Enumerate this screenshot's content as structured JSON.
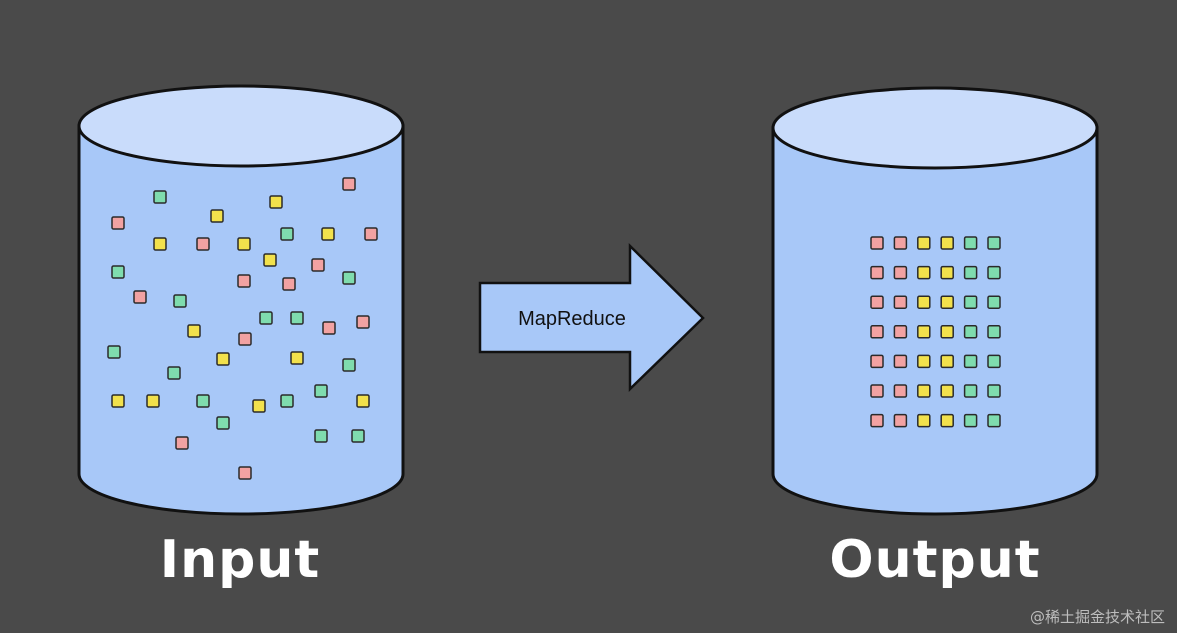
{
  "diagram": {
    "input_label": "Input",
    "output_label": "Output",
    "process_label": "MapReduce",
    "watermark": "@稀土掘金技术社区"
  },
  "colors": {
    "background": "#4a4a4a",
    "cylinder_body": "#a8c8f8",
    "cylinder_top": "#c9dcfb",
    "outline": "#111111",
    "red": "#f2a2a2",
    "yellow": "#f2e14c",
    "green": "#7fdcae"
  },
  "input_items": [
    "green",
    "red",
    "red",
    "yellow",
    "yellow",
    "yellow",
    "red",
    "yellow",
    "green",
    "yellow",
    "red",
    "green",
    "yellow",
    "red",
    "red",
    "red",
    "green",
    "red",
    "green",
    "yellow",
    "red",
    "green",
    "green",
    "red",
    "red",
    "green",
    "yellow",
    "yellow",
    "green",
    "green",
    "yellow",
    "yellow",
    "green",
    "yellow",
    "green",
    "green",
    "yellow",
    "green",
    "green",
    "green",
    "red",
    "red",
    "yellow"
  ],
  "output_columns": [
    "red",
    "red",
    "yellow",
    "yellow",
    "green",
    "green"
  ],
  "output_rows": 7
}
